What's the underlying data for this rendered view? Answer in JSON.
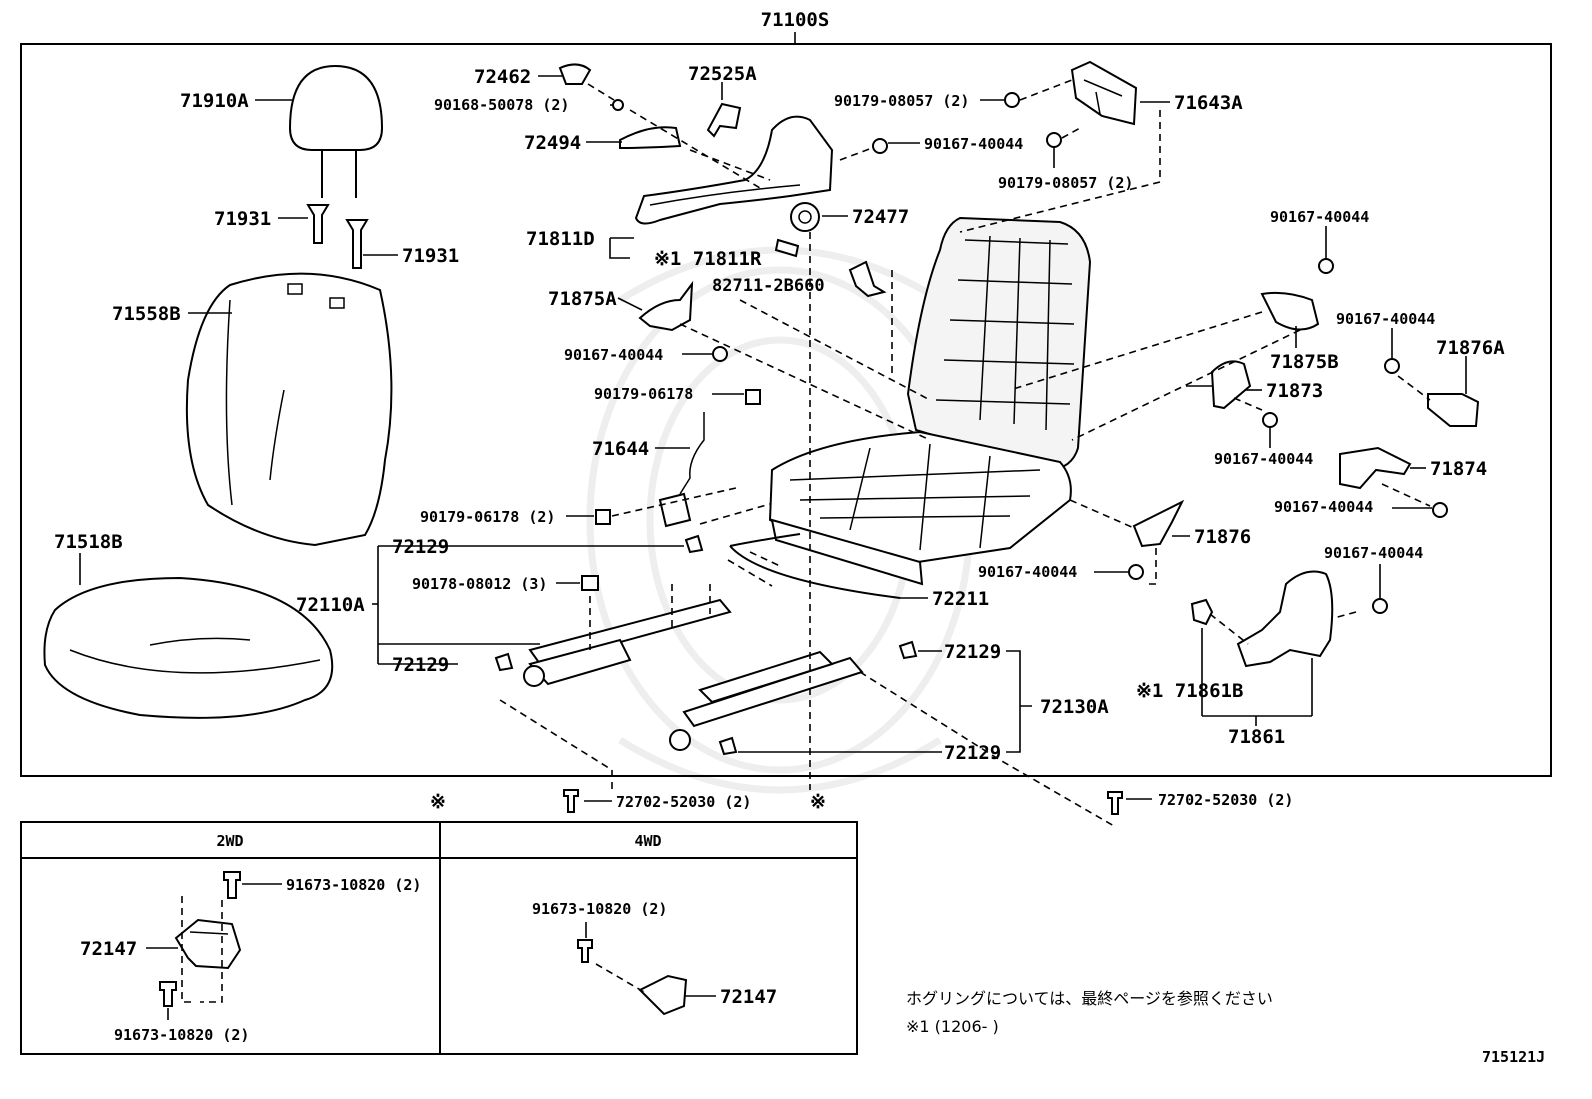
{
  "assembly": {
    "code": "71100S"
  },
  "parts": {
    "headrest": "71910A",
    "headrest_support_1": "71931",
    "headrest_support_2": "71931",
    "back_cover": "71558B",
    "cushion_cover": "71518B",
    "lever_cover": "72462",
    "screw_lever_cover": "90168-50078 (2)",
    "recliner_lever": "72494",
    "knob": "72525A",
    "shield_d": "71811D",
    "shield_r": "※1 71811R",
    "adjuster_link": "72477",
    "harness_clip": "82711-2B660",
    "shield_71875a": "71875A",
    "screw_40044_left": "90167-40044",
    "nut_06178_top": "90179-06178",
    "wire_71644": "71644",
    "nut_06178_bottom": "90179-06178 (2)",
    "clip_72129_a": "72129",
    "nut_08012": "90178-08012 (3)",
    "track_72110a": "72110A",
    "clip_72129_b": "72129",
    "rod_72211": "72211",
    "clip_72129_c": "72129",
    "track_72130a": "72130A",
    "clip_72129_d": "72129",
    "bolt_52030_center": "72702-52030 (2)",
    "bolt_52030_right": "72702-52030 (2)",
    "nut_08057_top": "90179-08057 (2)",
    "hinge_71643a": "71643A",
    "screw_40044_hinge": "90167-40044",
    "nut_08057_bottom": "90179-08057 (2)",
    "screw_40044_r1": "90167-40044",
    "shield_71875b": "71875B",
    "screw_40044_r2": "90167-40044",
    "cover_71876a": "71876A",
    "cover_71873": "71873",
    "screw_40044_r3": "90167-40044",
    "cover_71874": "71874",
    "screw_40044_r4": "90167-40044",
    "cover_71876": "71876",
    "screw_40044_r5": "90167-40044",
    "screw_40044_r6": "90167-40044",
    "cover_71861b": "※1 71861B",
    "cover_71861": "71861"
  },
  "marks": {
    "ref_left": "※",
    "ref_right": "※"
  },
  "variants": {
    "2wd": {
      "heading": "2WD",
      "bolt_top": "91673-10820 (2)",
      "bracket": "72147",
      "bolt_bottom": "91673-10820 (2)"
    },
    "4wd": {
      "heading": "4WD",
      "bolt": "91673-10820 (2)",
      "bracket": "72147"
    }
  },
  "notes": {
    "hog_ring": "ホグリングについては、最終ページを参照ください",
    "footnote": "※1 (1206-       )"
  },
  "figure_id": "715121J"
}
